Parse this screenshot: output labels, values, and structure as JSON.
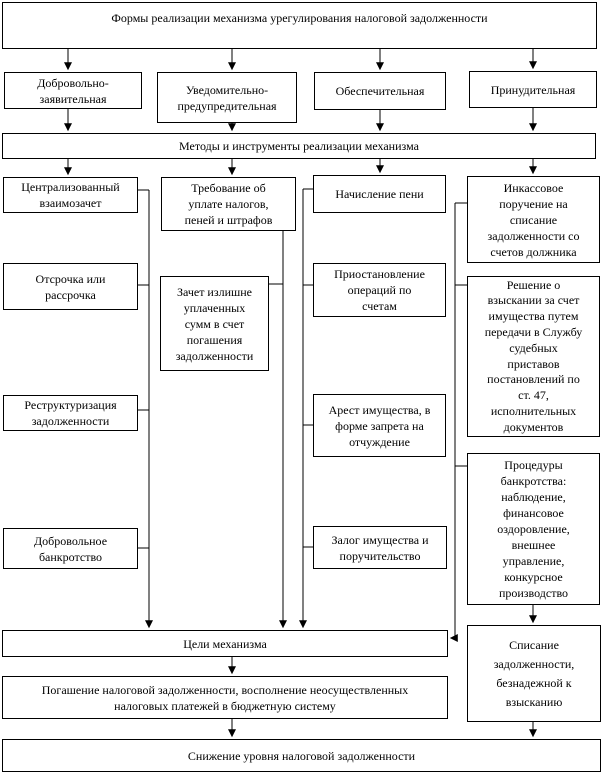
{
  "diagram": {
    "kind": "flowchart",
    "language": "ru",
    "colors": {
      "border": "#000000",
      "background": "#ffffff",
      "text": "#000000",
      "arrow": "#000000"
    },
    "nodes": {
      "title": {
        "text": "Формы реализации механизма урегулирования налоговой задолженности"
      },
      "form_voluntary": {
        "text": "Добровольно-\nзаявительная"
      },
      "form_notification": {
        "text": "Уведомительно-\nпредупредительная"
      },
      "form_security": {
        "text": "Обеспечительная"
      },
      "form_enforced": {
        "text": "Принудительная"
      },
      "methods": {
        "text": "Методы и инструменты реализации механизма"
      },
      "centralized_offset": {
        "text": "Централизованный\nвзаимозачет"
      },
      "deferral": {
        "text": "Отсрочка или\nрассрочка"
      },
      "restructuring": {
        "text": "Реструктуризация\nзадолженности"
      },
      "voluntary_bankruptcy": {
        "text": "Добровольное\nбанкротство"
      },
      "tax_demand": {
        "text": "Требование об\nуплате налогов,\nпеней и штрафов"
      },
      "overpayment_offset": {
        "text": "Зачет излишне\nуплаченных\nсумм в счет\nпогашения\nзадолженности"
      },
      "penalty_accrual": {
        "text": "Начисление пени"
      },
      "account_suspension": {
        "text": "Приостановление\nопераций по\nсчетам"
      },
      "property_arrest": {
        "text": "Арест имущества, в\nформе запрета на\nотчуждение"
      },
      "property_pledge": {
        "text": "Залог имущества и\nпоручительство"
      },
      "collection_order": {
        "text": "Инкассовое\nпоручение на\nсписание\nзадолженности со\nсчетов должника"
      },
      "recovery_decision": {
        "text": "Решение о\nвзыскании за счет\nимущества путем\nпередачи в Службу\nсудебных\nприставов\nпостановлений по\nст. 47,\nисполнительных\nдокументов"
      },
      "bankruptcy_procedures": {
        "text": "Процедуры\nбанкротства:\nнаблюдение,\nфинансовое\nоздоровление,\nвнешнее\nуправление,\nконкурсное\nпроизводство"
      },
      "debt_writeoff": {
        "text": "Списание\nзадолженности,\nбезнадежной к\nвзысканию"
      },
      "goals": {
        "text": "Цели механизма"
      },
      "repayment": {
        "text": "Погашение налоговой задолженности, восполнение неосуществленных\nналоговых платежей в бюджетную систему"
      },
      "debt_reduction": {
        "text": "Снижение уровня налоговой задолженности"
      }
    }
  }
}
